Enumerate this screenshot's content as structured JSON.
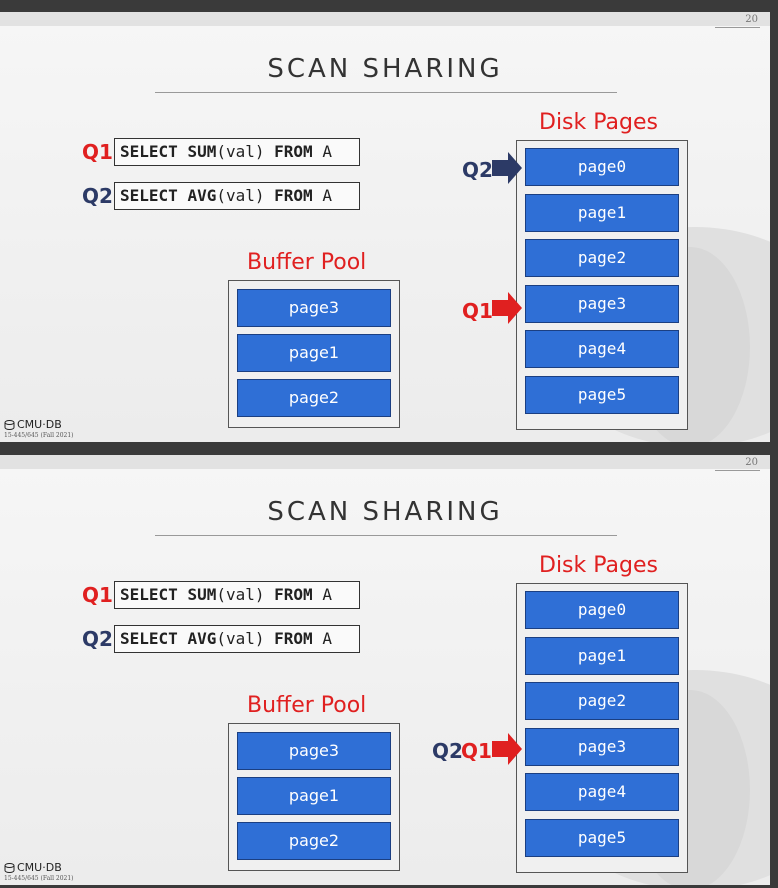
{
  "slides": [
    {
      "page_number": "20",
      "title": "SCAN SHARING",
      "queries": [
        {
          "label": "Q1",
          "keyword1": "SELECT",
          "func": "SUM",
          "arg": "(val)",
          "keyword2": "FROM",
          "table": "A"
        },
        {
          "label": "Q2",
          "keyword1": "SELECT",
          "func": "AVG",
          "arg": "(val)",
          "keyword2": "FROM",
          "table": "A"
        }
      ],
      "buffer_pool": {
        "label": "Buffer Pool",
        "pages": [
          "page3",
          "page1",
          "page2"
        ]
      },
      "disk": {
        "label": "Disk Pages",
        "pages": [
          "page0",
          "page1",
          "page2",
          "page3",
          "page4",
          "page5"
        ]
      },
      "pointers": [
        {
          "label": "Q2",
          "target_page": "page0",
          "color": "#2c3a66"
        },
        {
          "label": "Q1",
          "target_page": "page3",
          "color": "#e02020"
        }
      ],
      "logo_text": "CMU·DB",
      "course_text": "15-445/645 (Fall 2021)"
    },
    {
      "page_number": "20",
      "title": "SCAN SHARING",
      "queries": [
        {
          "label": "Q1",
          "keyword1": "SELECT",
          "func": "SUM",
          "arg": "(val)",
          "keyword2": "FROM",
          "table": "A"
        },
        {
          "label": "Q2",
          "keyword1": "SELECT",
          "func": "AVG",
          "arg": "(val)",
          "keyword2": "FROM",
          "table": "A"
        }
      ],
      "buffer_pool": {
        "label": "Buffer Pool",
        "pages": [
          "page3",
          "page1",
          "page2"
        ]
      },
      "disk": {
        "label": "Disk Pages",
        "pages": [
          "page0",
          "page1",
          "page2",
          "page3",
          "page4",
          "page5"
        ]
      },
      "pointers": [
        {
          "label_q2": "Q2",
          "label_q1": "Q1",
          "target_page": "page3",
          "color": "#e02020"
        }
      ],
      "logo_text": "CMU·DB",
      "course_text": "15-445/645 (Fall 2021)"
    }
  ],
  "colors": {
    "accent_red": "#e02020",
    "navy": "#2c3a66",
    "page_blue": "#2f6fd6"
  }
}
